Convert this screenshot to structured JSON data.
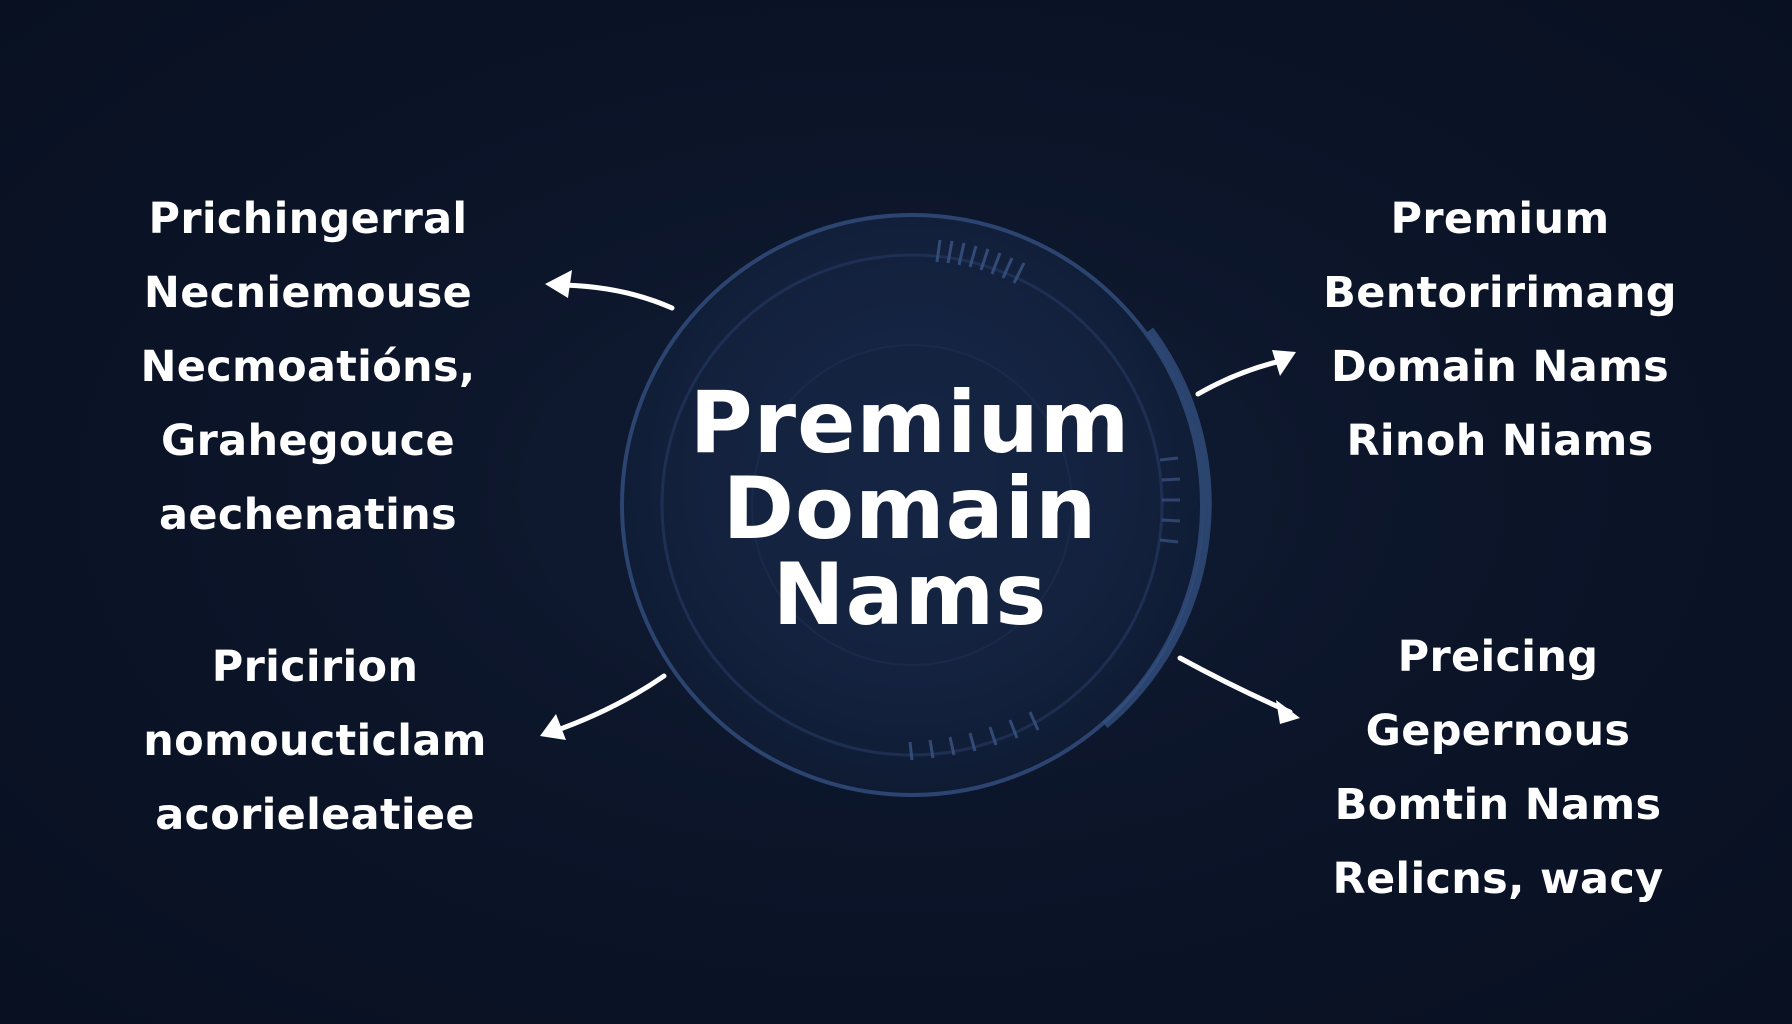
{
  "center": {
    "lines": [
      "Premium",
      "Domain",
      "Nams"
    ]
  },
  "top_left": {
    "lines": [
      "Prichingerral",
      "Necniemouse",
      "Necmoatións,",
      "Grahegouce",
      "aechenatins"
    ]
  },
  "top_right": {
    "lines": [
      "Premium",
      "Bentoririmang",
      "Domain Nams",
      "Rinoh Niams"
    ]
  },
  "bottom_left": {
    "lines": [
      "Pricirion",
      "nomoucticlam",
      "acorieleatiee"
    ]
  },
  "bottom_right": {
    "lines": [
      "Preicing",
      "Gepernous",
      "Bomtin Nams",
      "Relicns, wacy"
    ]
  },
  "colors": {
    "background": "#0b1427",
    "circle": "#1a2a48",
    "ring": "#2c4470",
    "text": "#ffffff"
  }
}
